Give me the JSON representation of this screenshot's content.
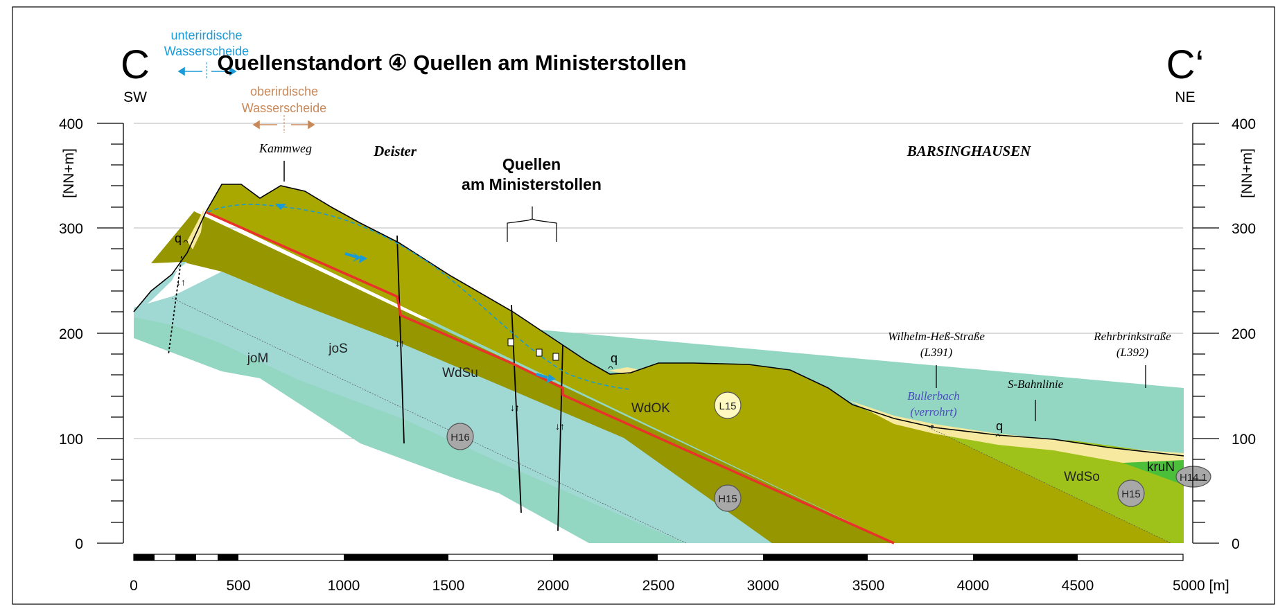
{
  "title": "Quellenstandort ④ Quellen am Ministerstollen",
  "section": {
    "start_letter": "C",
    "start_dir": "SW",
    "end_letter": "C‘",
    "end_dir": "NE"
  },
  "divides": {
    "underground_line1": "unterirdische",
    "underground_line2": "Wasserscheide",
    "surface_line1": "oberirdische",
    "surface_line2": "Wasserscheide"
  },
  "colors": {
    "underground_divide": "#1a9bd7",
    "surface_divide": "#c8895a",
    "wdok": "#a8a800",
    "wdsu": "#969600",
    "jos": "#a0d8d4",
    "jom": "#93d7c2",
    "wdso": "#9fc21a",
    "krun": "#4cbf3a",
    "quaternary": "#f7eaa0",
    "fault": "#e8322a",
    "frame": "#000000",
    "grid": "#c8c8c8"
  },
  "axes": {
    "y_label": "[NN+m]",
    "y_ticks": [
      "0",
      "100",
      "200",
      "300",
      "400"
    ],
    "x_ticks": [
      "0",
      "500",
      "1000",
      "1500",
      "2000",
      "2500",
      "3000",
      "3500",
      "4000",
      "4500",
      "5000 [m]"
    ]
  },
  "places": {
    "kammweg": "Kammweg",
    "deister": "Deister",
    "barsinghausen": "BARSINGHAUSEN",
    "springs_line1": "Quellen",
    "springs_line2": "am Ministerstollen",
    "whs_line1": "Wilhelm-Heß-Straße",
    "whs_line2": "(L391)",
    "rbs_line1": "Rehrbrinkstraße",
    "rbs_line2": "(L392)",
    "sbahn": "S-Bahnlinie",
    "bullerbach_line1": "Bullerbach",
    "bullerbach_line2": "(verrohrt)"
  },
  "units": {
    "jom": "joM",
    "jos": "joS",
    "wdsu": "WdSu",
    "wdok": "WdOK",
    "wdso": "WdSo",
    "krun": "kruN"
  },
  "wells": {
    "l15": "L15",
    "h16": "H16",
    "h15a": "H15",
    "h15b": "H15",
    "h14": "H14.1"
  },
  "markers": {
    "q1": "q",
    "q2": "q",
    "q3": "q"
  },
  "fault_arrows": "↓↑"
}
